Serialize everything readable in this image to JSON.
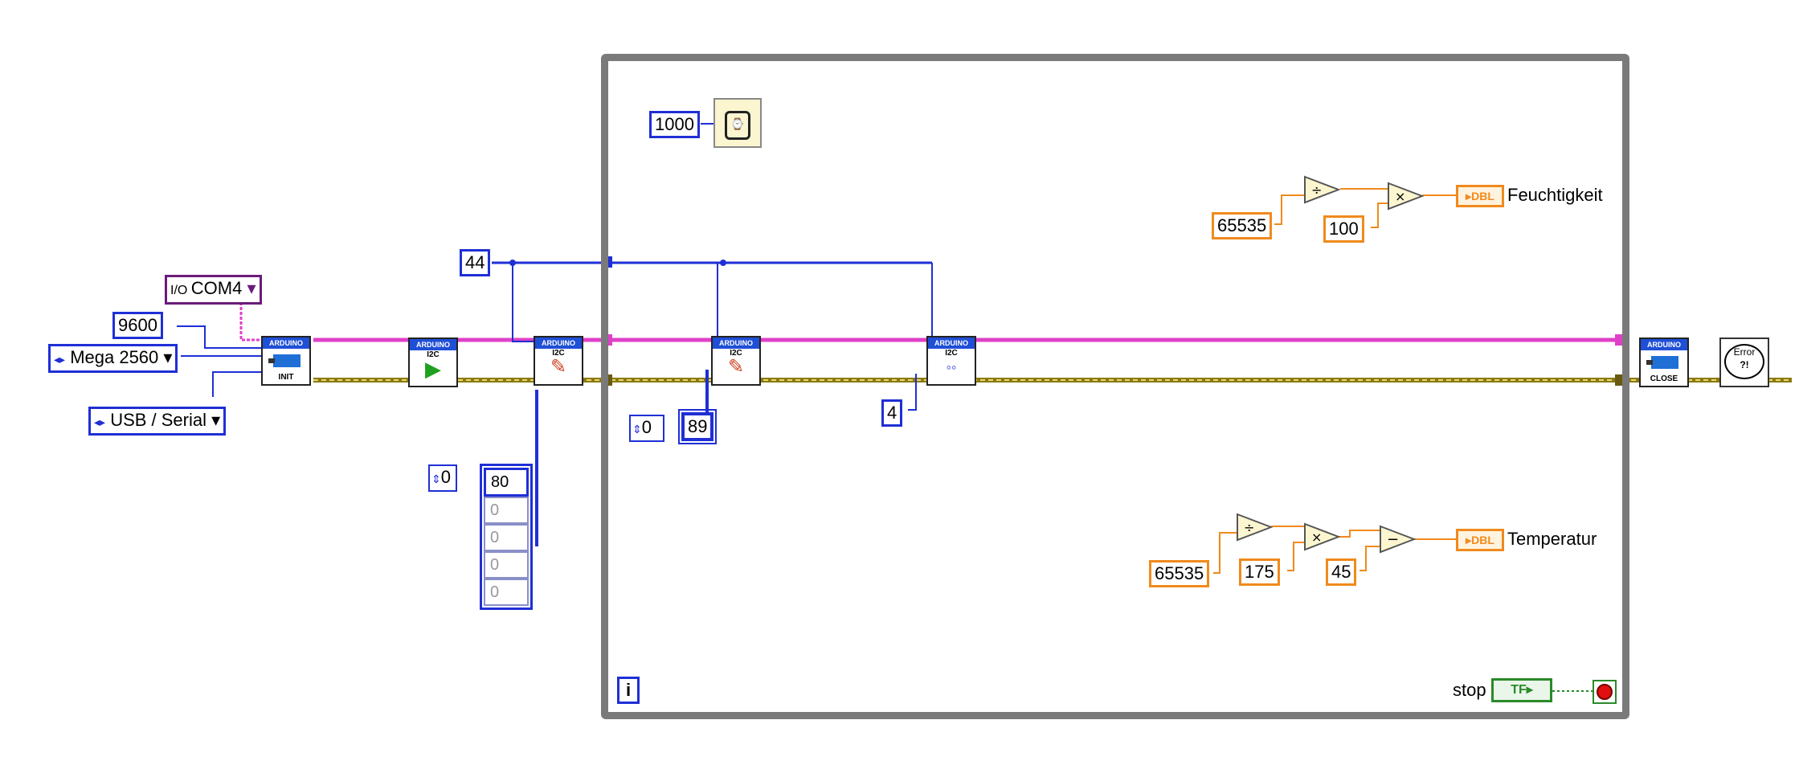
{
  "constants": {
    "com_port": "COM4",
    "baud": "9600",
    "board": "Mega 2560",
    "connection": "USB / Serial",
    "i2c_addr": "44",
    "array_index_1": "0",
    "array_values": [
      "80",
      "0",
      "0",
      "0",
      "0"
    ],
    "wait_ms": "1000",
    "array_index_2": "0",
    "write_value": "89",
    "read_count": "4",
    "humidity_divisor": "65535",
    "humidity_factor": "100",
    "temp_divisor": "65535",
    "temp_factor": "175",
    "temp_offset": "45"
  },
  "blocks": {
    "header_text": "ARDUINO",
    "init_label": "INIT",
    "i2c_label": "I2C",
    "close_label": "CLOSE",
    "error_label": "Error",
    "error_sub": "?!"
  },
  "indicators": {
    "type_tag": "DBL",
    "humidity_label": "Feuchtigkeit",
    "temperature_label": "Temperatur"
  },
  "loop": {
    "iteration": "i",
    "stop_label": "stop",
    "stop_tag": "TF"
  },
  "operators": {
    "divide": "÷",
    "multiply": "×",
    "subtract": "−"
  },
  "colors": {
    "numeric_wire": "#1f2fd6",
    "visa_wire": "#e040c8",
    "error_wire": "#8a7a10",
    "orange_wire": "#f08a1c",
    "loop_border": "#7a7a7a"
  }
}
